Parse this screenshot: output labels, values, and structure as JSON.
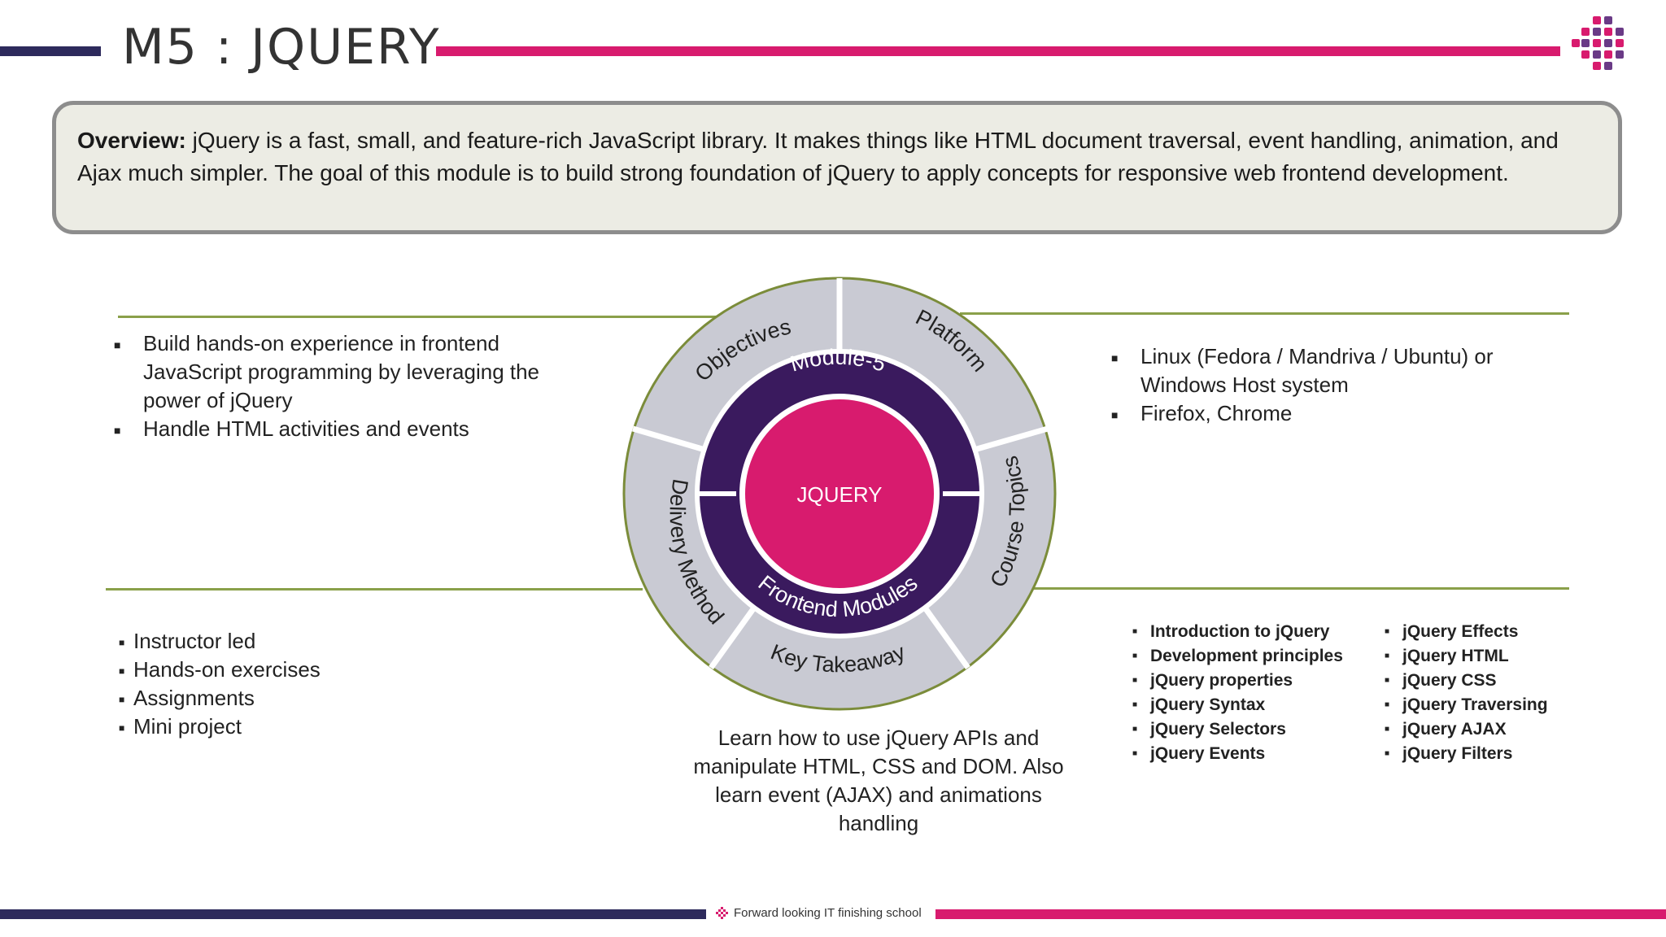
{
  "header": {
    "title": "M5 : JQUERY"
  },
  "overview": {
    "label": "Overview:",
    "text": " jQuery is a fast, small, and feature-rich JavaScript library. It makes things like HTML document traversal, event handling, animation, and Ajax much simpler. The goal of this module is to build strong foundation of jQuery to apply concepts for responsive web frontend development."
  },
  "wheel": {
    "center": "JQUERY",
    "inner_top": "Module-5",
    "inner_bottom": "Frontend Modules",
    "segments": {
      "objectives": "Objectives",
      "platform": "Platform",
      "course_topics": "Course Topics",
      "key_takeaway": "Key Takeaway",
      "delivery_method": "Delivery Method"
    }
  },
  "objectives": {
    "items": [
      "Build hands-on experience in frontend JavaScript programming by leveraging the power of jQuery",
      "Handle HTML activities and events"
    ]
  },
  "platform": {
    "items": [
      "Linux (Fedora / Mandriva / Ubuntu) or Windows Host system",
      "Firefox, Chrome"
    ]
  },
  "delivery": {
    "items": [
      "Instructor led",
      "Hands-on exercises",
      "Assignments",
      "Mini project"
    ]
  },
  "topics": {
    "col1": [
      "Introduction to jQuery",
      "Development principles",
      "jQuery properties",
      "jQuery Syntax",
      "jQuery Selectors",
      "jQuery Events"
    ],
    "col2": [
      "jQuery Effects",
      "jQuery HTML",
      "jQuery CSS",
      "jQuery Traversing",
      "jQuery AJAX",
      "jQuery Filters"
    ]
  },
  "takeaway": {
    "text": "Learn how to use jQuery APIs and manipulate HTML, CSS and DOM. Also learn event (AJAX) and animations handling"
  },
  "footer": {
    "tagline": "Forward looking IT finishing school"
  },
  "colors": {
    "navy": "#2d2a5c",
    "magenta": "#d81b6e",
    "purple_dark": "#3a1a5e",
    "ring_grey": "#c9cad3",
    "ring_border": "#7b8c3a",
    "line_green": "#8aa04a",
    "overview_bg": "#ecece4"
  },
  "icons": {
    "logo": "dot-grid-logo"
  }
}
